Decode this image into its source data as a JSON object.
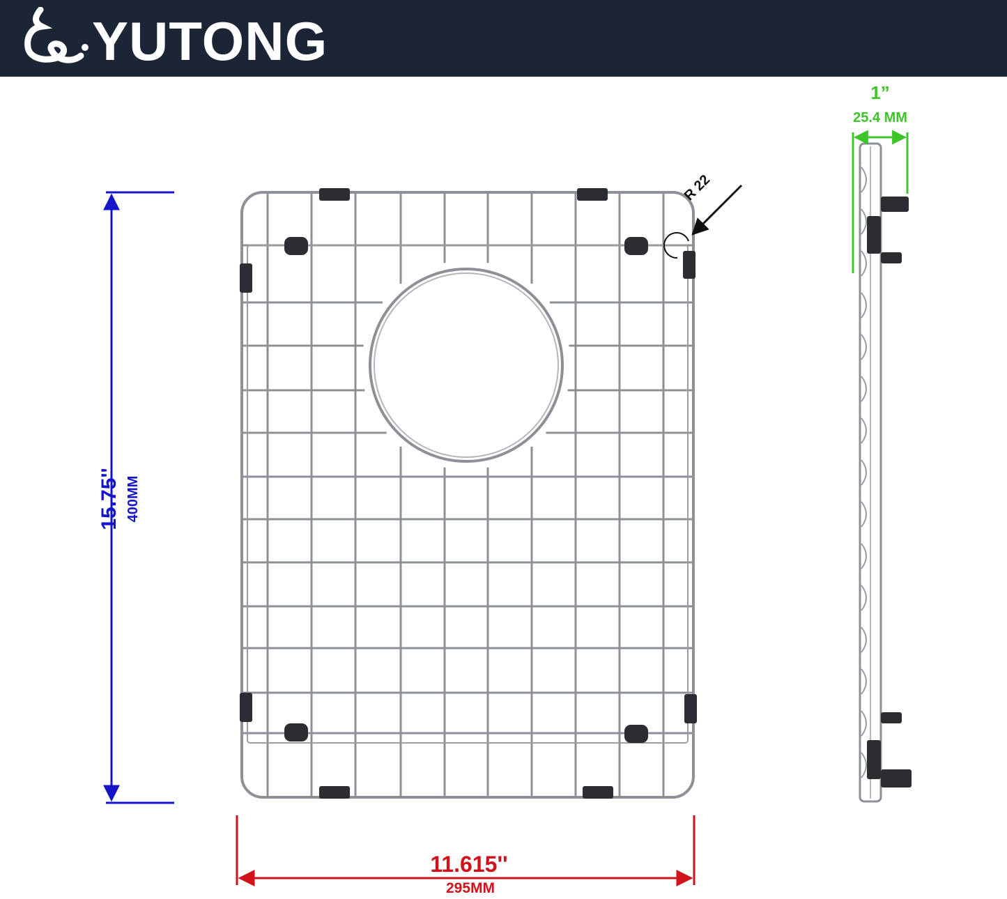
{
  "brand": {
    "name": "YUTONG",
    "logo_icon": "yutong-logo-icon"
  },
  "colors": {
    "header_bg": "#1c2536",
    "width_dimension": "#d0121a",
    "height_dimension": "#1414c8",
    "depth_dimension": "#3dc42a",
    "wire": "#8d9096",
    "bumper": "#2b2d31"
  },
  "dimensions": {
    "width": {
      "inches": "11.615''",
      "mm": "295MM"
    },
    "height": {
      "inches": "15.75''",
      "mm": "400MM"
    },
    "corner_radius": {
      "label": "R 22"
    },
    "depth": {
      "inches": "1”",
      "mm": "25.4 MM"
    }
  }
}
